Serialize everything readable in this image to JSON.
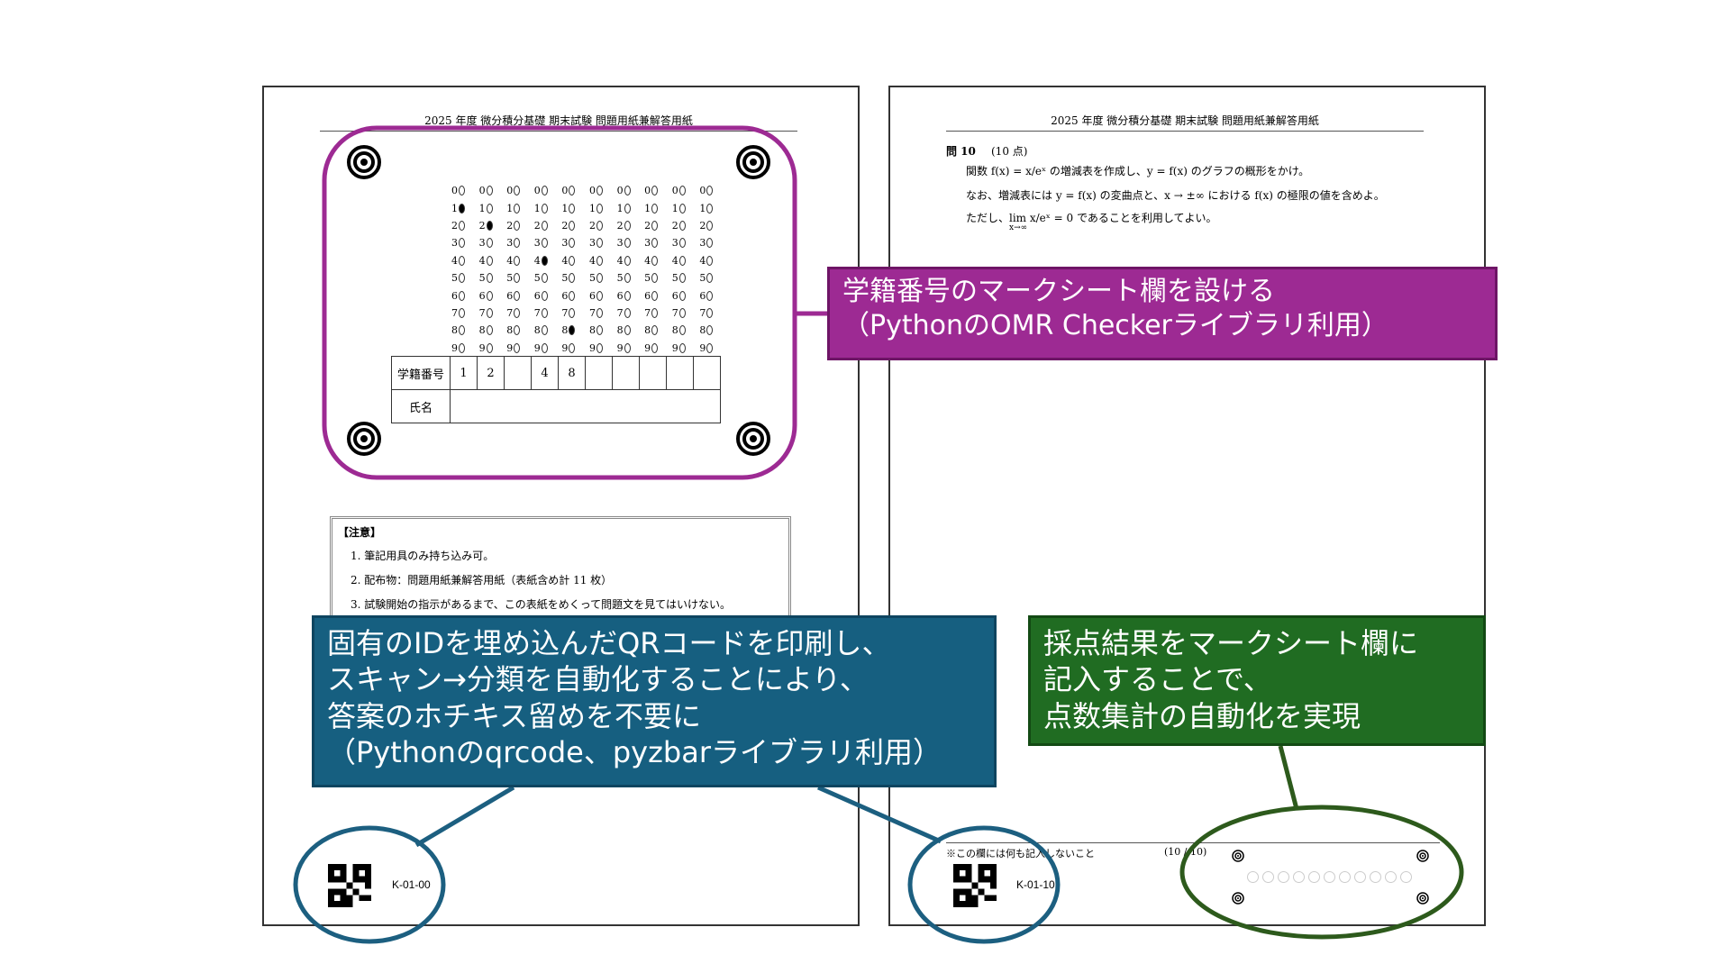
{
  "colors": {
    "purple": "#9d2a93",
    "blue": "#165f80",
    "green": "#206c22",
    "blue_outline": "#1c5f80",
    "green_outline": "#2d5a1c"
  },
  "left_sheet": {
    "header": "2025 年度 微分積分基礎 期末試験 問題用紙兼解答用紙",
    "digits": [
      "0",
      "1",
      "2",
      "3",
      "4",
      "5",
      "6",
      "7",
      "8",
      "9"
    ],
    "columns": 10,
    "marked": [
      1,
      2,
      null,
      4,
      8,
      null,
      null,
      null,
      null,
      null
    ],
    "id_label": "学籍番号",
    "id_values": [
      "1",
      "2",
      "",
      "4",
      "8",
      "",
      "",
      "",
      "",
      ""
    ],
    "name_label": "氏名",
    "notice": {
      "title": "【注意】",
      "items": [
        "1. 筆記用具のみ持ち込み可。",
        "2. 配布物：問題用紙兼解答用紙（表紙含め計 11 枚）",
        "3. 試験開始の指示があるまで、この表紙をめくって問題文を見てはいけない。"
      ]
    },
    "qr_label": "K-01-00"
  },
  "right_sheet": {
    "header": "2025 年度 微分積分基礎 期末試験 問題用紙兼解答用紙",
    "question_number": "問 10",
    "question_points": "(10 点)",
    "line1": "関数 f(x) = x/eˣ の増減表を作成し、y = f(x) のグラフの概形をかけ。",
    "line2": "なお、増減表には y = f(x) の変曲点と、x → ±∞ における f(x) の極限の値を含めよ。",
    "line3": "ただし、lim x/eˣ = 0 であることを利用してよい。",
    "line3_sub": "x→∞",
    "footer_note": "※この欄には何も記入しないこと",
    "footer_score": "(10 / 10)",
    "qr_label": "K-01-10",
    "score_bubble_count": 11
  },
  "callouts": {
    "purple": [
      "学籍番号のマークシート欄を設ける",
      "（PythonのOMR Checkerライブラリ利用）"
    ],
    "blue": [
      "固有のIDを埋め込んだQRコードを印刷し、",
      "スキャン→分類を自動化することにより、",
      "答案のホチキス留めを不要に",
      "（Pythonのqrcode、pyzbarライブラリ利用）"
    ],
    "green": [
      "採点結果をマークシート欄に",
      "記入することで、",
      "点数集計の自動化を実現"
    ]
  }
}
